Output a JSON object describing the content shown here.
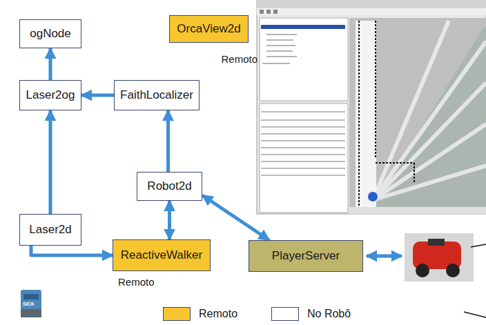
{
  "diagram": {
    "nodes": [
      {
        "text": [
          "ogNode"
        ]
      },
      {
        "text": [
          "OrcaView2d",
          "Remoto"
        ]
      },
      {
        "text": [
          "Laser2og"
        ]
      },
      {
        "text": [
          "FaithLocalizer"
        ]
      },
      {
        "text": [
          "Robot2d"
        ]
      },
      {
        "text": [
          "Laser2d"
        ]
      },
      {
        "text": [
          "ReactiveWalker",
          "Remoto"
        ]
      },
      {
        "text": [
          "PlayerServer"
        ]
      }
    ],
    "edges": [
      {
        "from": 2,
        "to": 0,
        "arrow": "to"
      },
      {
        "from": 3,
        "to": 2,
        "arrow": "to"
      },
      {
        "from": 4,
        "to": 3,
        "arrow": "to"
      },
      {
        "from": 5,
        "to": 2,
        "arrow": "to"
      },
      {
        "from": 5,
        "to": 6,
        "arrow": "to"
      },
      {
        "from": 4,
        "to": 6,
        "arrow": "both"
      },
      {
        "from": 4,
        "to": 7,
        "arrow": "both"
      }
    ],
    "labels": [
      "SICK"
    ],
    "legend": [
      {
        "text": "Remoto",
        "color": "#f7c52e"
      },
      {
        "text": "No Robô",
        "color": "#ffffff"
      }
    ]
  }
}
